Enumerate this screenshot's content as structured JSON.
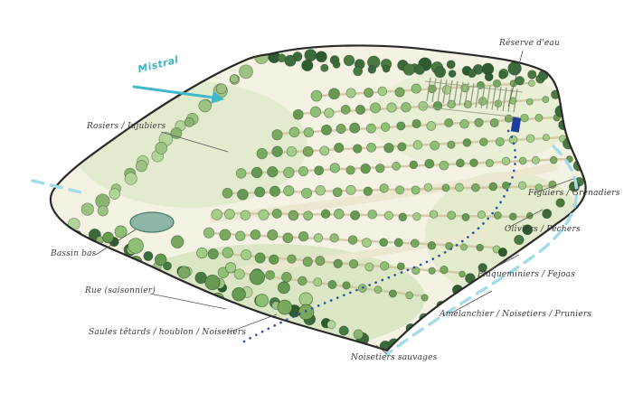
{
  "illustration": {
    "type": "hand-drawn-site-plan",
    "labels": {
      "mistral": "Mistral",
      "reserve_eau": "Réserve d'eau",
      "rosiers": "Rosiers / Jujubiers",
      "figuiers": "Figuiers / Grenadiers",
      "oliviers": "Oliviers / Pêchers",
      "plaqueminiers": "Plaqueminiers / Fejoas",
      "amelanchier": "Amélanchier / Noisetiers / Pruniers",
      "noisetiers_sauvages": "Noisetiers sauvages",
      "saules": "Saules têtards / houblon / Noisetiers",
      "rue": "Rue (saisonnier)",
      "bassin": "Bassin bas"
    },
    "colors": {
      "wind_accent": "#3fb8c9",
      "stream_dashed": "#a6dbe8",
      "flow_dotted": "#2b4ea0",
      "water_reserve": "#1f3f9e",
      "field_base": "#f4f2e2",
      "outline": "#2a2a2a",
      "label_text": "#3a3a3a",
      "pond_fill": "#8fb7a6",
      "tree_greens": [
        "#7aa85f",
        "#8fbf75",
        "#669a52",
        "#a3cc86"
      ],
      "hedge_dark_greens": [
        "#3c6a3c",
        "#2f5b31",
        "#497a44"
      ],
      "hedge_light_greens": [
        "#9dc183",
        "#b4d39a",
        "#8ab470"
      ]
    }
  }
}
